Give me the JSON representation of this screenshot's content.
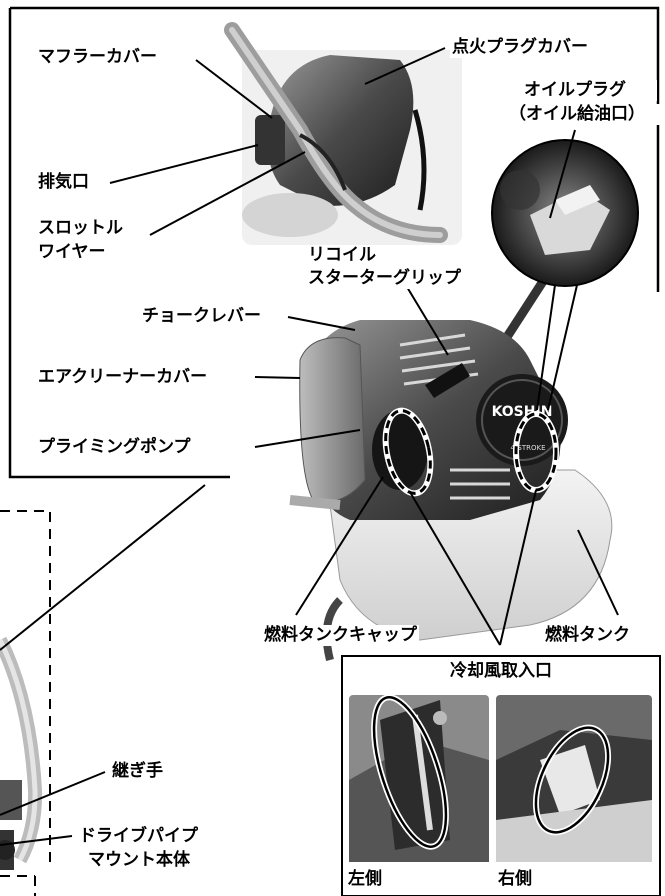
{
  "labels": {
    "muffler_cover": "マフラーカバー",
    "spark_plug_cover": "点火プラグカバー",
    "oil_plug": "オイルプラグ",
    "oil_plug_sub": "（オイル給油口）",
    "exhaust_port": "排気口",
    "throttle_wire_1": "スロットル",
    "throttle_wire_2": "ワイヤー",
    "recoil_1": "リコイル",
    "recoil_2": "スターターグリップ",
    "choke_lever": "チョークレバー",
    "air_cleaner_cover": "エアクリーナーカバー",
    "priming_pump": "プライミングポンプ",
    "fuel_tank_cap": "燃料タンクキャップ",
    "fuel_tank": "燃料タンク",
    "joint": "継ぎ手",
    "drive_pipe_1": "ドライブパイプ",
    "drive_pipe_2": "マウント本体"
  },
  "inset": {
    "title": "冷却風取入口",
    "left": "左側",
    "right": "右側"
  },
  "engine_logo": {
    "brand": "KOSHIN",
    "stroke": "4-STROKE"
  },
  "colors": {
    "line": "#000000",
    "photo_dark": "#2b2b2b",
    "photo_mid": "#6e6e6e",
    "photo_light": "#cfcfcf"
  }
}
